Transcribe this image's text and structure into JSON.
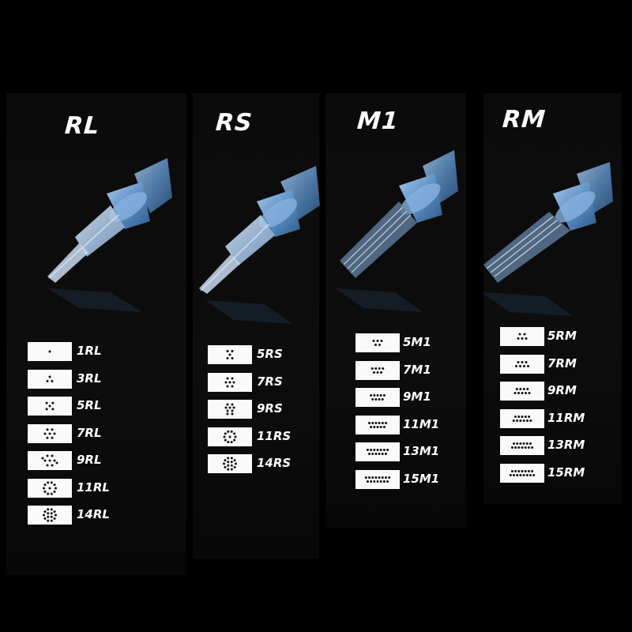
{
  "columns": [
    {
      "title": "RL",
      "items": [
        {
          "label": "1RL",
          "pattern": "rl-1"
        },
        {
          "label": "3RL",
          "pattern": "rl-3"
        },
        {
          "label": "5RL",
          "pattern": "rl-5"
        },
        {
          "label": "7RL",
          "pattern": "rl-7"
        },
        {
          "label": "9RL",
          "pattern": "rl-9"
        },
        {
          "label": "11RL",
          "pattern": "rl-11"
        },
        {
          "label": "14RL",
          "pattern": "rl-14"
        }
      ]
    },
    {
      "title": "RS",
      "items": [
        {
          "label": "5RS",
          "pattern": "rs-5"
        },
        {
          "label": "7RS",
          "pattern": "rs-7"
        },
        {
          "label": "9RS",
          "pattern": "rs-9"
        },
        {
          "label": "11RS",
          "pattern": "rs-11"
        },
        {
          "label": "14RS",
          "pattern": "rs-14"
        }
      ]
    },
    {
      "title": "M1",
      "items": [
        {
          "label": "5M1",
          "pattern": "m1-5"
        },
        {
          "label": "7M1",
          "pattern": "m1-7"
        },
        {
          "label": "9M1",
          "pattern": "m1-9"
        },
        {
          "label": "11M1",
          "pattern": "m1-11"
        },
        {
          "label": "13M1",
          "pattern": "m1-13"
        },
        {
          "label": "15M1",
          "pattern": "m1-15"
        }
      ]
    },
    {
      "title": "RM",
      "items": [
        {
          "label": "5RM",
          "pattern": "rm-5"
        },
        {
          "label": "7RM",
          "pattern": "rm-7"
        },
        {
          "label": "9RM",
          "pattern": "rm-9"
        },
        {
          "label": "11RM",
          "pattern": "rm-11"
        },
        {
          "label": "13RM",
          "pattern": "rm-13"
        },
        {
          "label": "15RM",
          "pattern": "rm-15"
        }
      ]
    }
  ],
  "colors": {
    "background": "#000000",
    "panel": "#0c0c0c",
    "chip": "#fafafa",
    "dot": "#111111",
    "text": "#ffffff",
    "needle_blue": "#6f9fd0"
  }
}
